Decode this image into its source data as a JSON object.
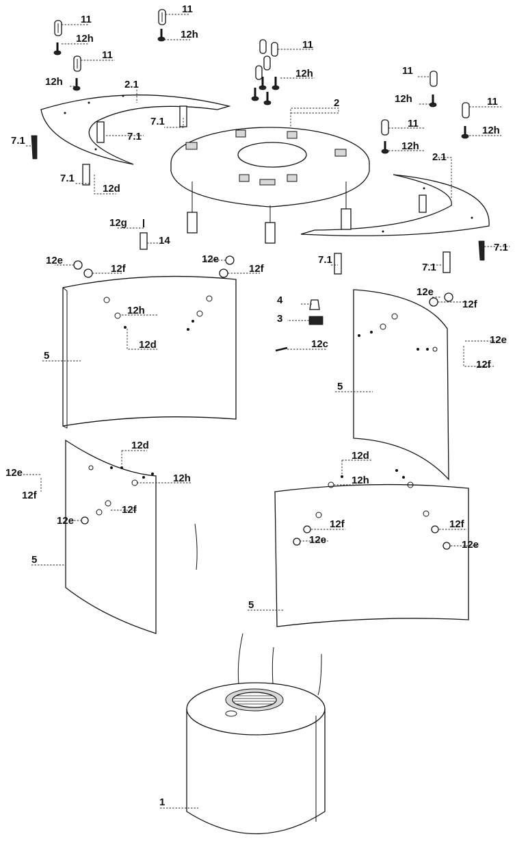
{
  "labels": {
    "l11a": "11",
    "l12ha": "12h",
    "l11b": "11",
    "l12hb": "12h",
    "l11c": "11",
    "l12hc": "12h",
    "l21a": "2.1",
    "l11d": "11",
    "l12hd": "12h",
    "l2": "2",
    "l11e": "11",
    "l12he": "12h",
    "l11f": "11",
    "l12hf": "12h",
    "l11g": "11",
    "l12hg": "12h",
    "l71a": "7.1",
    "l71b": "7.1",
    "l71c": "7.1",
    "l71d": "7.1",
    "l12da": "12d",
    "l21b": "2.1",
    "l12g": "12g",
    "l14": "14",
    "l71e": "7.1",
    "l71f": "7.1",
    "l71g": "7.1",
    "l12ea": "12e",
    "l12fa": "12f",
    "l12eb": "12e",
    "l12fb": "12f",
    "l4": "4",
    "l3": "3",
    "l12c": "12c",
    "l12ec": "12e",
    "l12fc": "12f",
    "l12hh": "12h",
    "l12db": "12d",
    "l12ed": "12e",
    "l12fd": "12f",
    "l5a": "5",
    "l5b": "5",
    "l12dc": "12d",
    "l12ee": "12e",
    "l12fe": "12f",
    "l12hi": "12h",
    "l12ef": "12e",
    "l12ff": "12f",
    "l5c": "5",
    "l12dd": "12d",
    "l12hj": "12h",
    "l12fg": "12f",
    "l12eg": "12e",
    "l12fh": "12f",
    "l12eh": "12e",
    "l5d": "5",
    "l1": "1"
  }
}
